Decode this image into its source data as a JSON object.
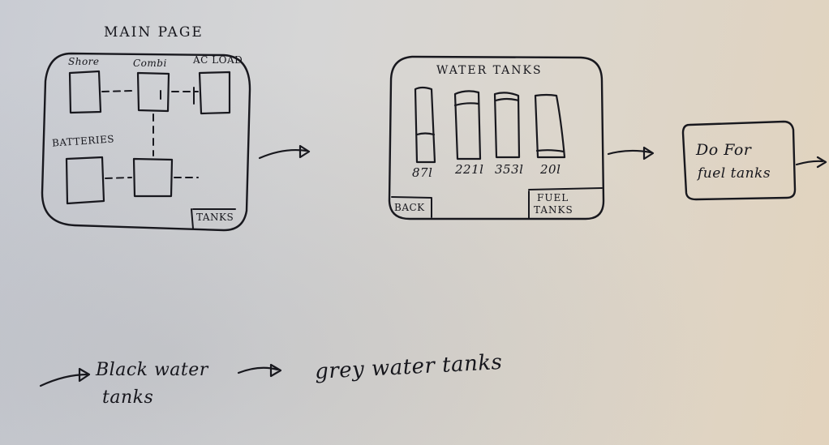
{
  "main_page": {
    "title": "MAIN PAGE",
    "labels": {
      "shore": "Shore",
      "combi": "Combi",
      "ac_load": "AC LOAD",
      "batteries": "BATTERIES",
      "tanks": "TANKS"
    }
  },
  "water_tanks": {
    "title": "WATER TANKS",
    "tanks": [
      {
        "label": "87l",
        "level": 0.3
      },
      {
        "label": "221l",
        "level": 0.94
      },
      {
        "label": "353l",
        "level": 0.95
      },
      {
        "label": "20l",
        "level": 0.06
      }
    ],
    "back_button": "BACK",
    "fuel_button_line1": "FUEL",
    "fuel_button_line2": "TANKS"
  },
  "fuel_note": {
    "line1": "Do For",
    "line2": "fuel tanks"
  },
  "bottom_notes": {
    "black_line1": "Black water",
    "black_line2": "tanks",
    "grey": "grey water tanks"
  }
}
